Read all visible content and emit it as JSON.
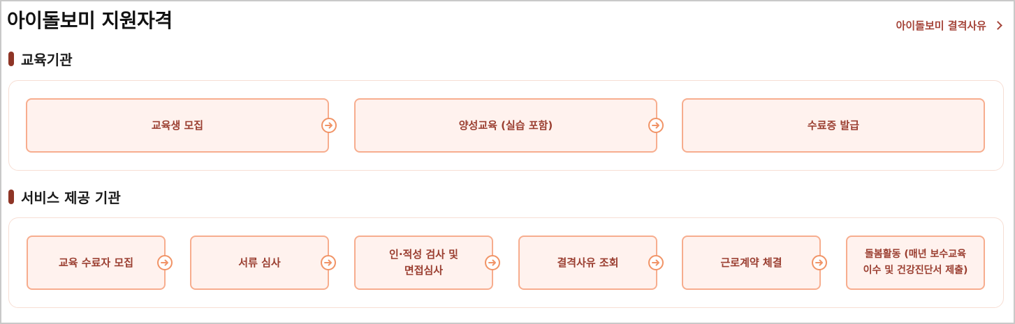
{
  "header": {
    "title": "아이돌보미 지원자격",
    "link_label": "아이돌보미 결격사유"
  },
  "sections": [
    {
      "heading": "교육기관",
      "steps": [
        "교육생 모집",
        "양성교육 (실습 포함)",
        "수료증 발급"
      ]
    },
    {
      "heading": "서비스 제공 기관",
      "steps": [
        "교육 수료자 모집",
        "서류 심사",
        "인·적성 검사 및\n면접심사",
        "결격사유 조회",
        "근로계약 체결",
        "돌봄활동 (매년 보수교육\n이수 및 건강진단서 제출)"
      ]
    }
  ],
  "icons": {
    "step_arrow": "arrow-right-circle-icon",
    "link_chevron": "chevron-right-icon",
    "section_marker": "section-marker-bar"
  },
  "colors": {
    "accent": "#a5453a",
    "step_bg": "#fff2ee",
    "step_border": "#f7ad8e",
    "arrow": "#f19467",
    "marker": "#8e3526"
  }
}
